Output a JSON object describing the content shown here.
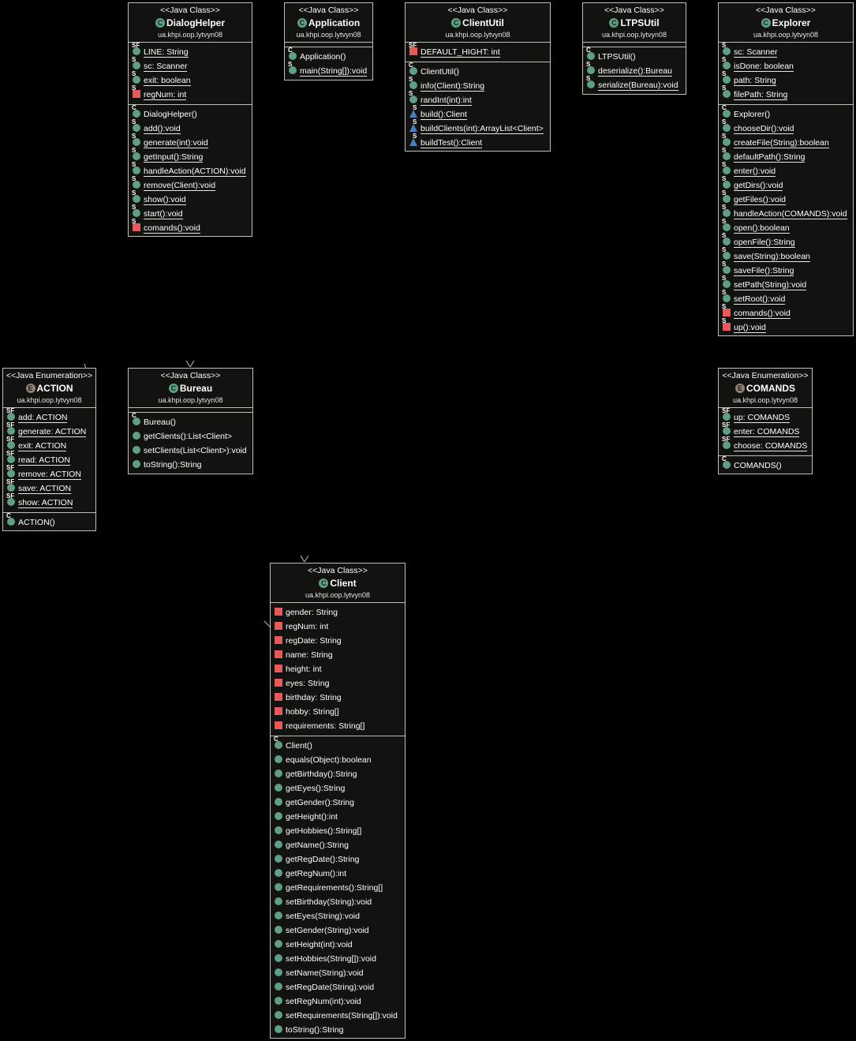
{
  "diagram": {
    "classes": {
      "dialoghelper": {
        "stereotype": "<<Java Class>>",
        "kind": "C",
        "name": "DialogHelper",
        "package": "ua.khpi.oop.lytvyn08",
        "fields": [
          {
            "text": "LINE: String",
            "vis": "pub",
            "mod": "SF",
            "static": true
          },
          {
            "text": "sc: Scanner",
            "vis": "pub",
            "mod": "S",
            "static": true
          },
          {
            "text": "exit: boolean",
            "vis": "pub",
            "mod": "S",
            "static": true
          },
          {
            "text": "regNum: int",
            "vis": "priv",
            "mod": "S",
            "static": true
          }
        ],
        "methods": [
          {
            "text": "DialogHelper()",
            "vis": "pub",
            "mod": "C",
            "static": false
          },
          {
            "text": "add():void",
            "vis": "pub",
            "mod": "S",
            "static": true
          },
          {
            "text": "generate(int):void",
            "vis": "pub",
            "mod": "S",
            "static": true
          },
          {
            "text": "getInput():String",
            "vis": "pub",
            "mod": "S",
            "static": true
          },
          {
            "text": "handleAction(ACTION):void",
            "vis": "pub",
            "mod": "S",
            "static": true
          },
          {
            "text": "remove(Client):void",
            "vis": "pub",
            "mod": "S",
            "static": true
          },
          {
            "text": "show():void",
            "vis": "pub",
            "mod": "S",
            "static": true
          },
          {
            "text": "start():void",
            "vis": "pub",
            "mod": "S",
            "static": true
          },
          {
            "text": "comands():void",
            "vis": "priv",
            "mod": "S",
            "static": true
          }
        ]
      },
      "application": {
        "stereotype": "<<Java Class>>",
        "kind": "C",
        "name": "Application",
        "package": "ua.khpi.oop.lytvyn08",
        "fields": [],
        "methods": [
          {
            "text": "Application()",
            "vis": "pub",
            "mod": "C",
            "static": false
          },
          {
            "text": "main(String[]):void",
            "vis": "pub",
            "mod": "S",
            "static": true
          }
        ]
      },
      "clientutil": {
        "stereotype": "<<Java Class>>",
        "kind": "C",
        "name": "ClientUtil",
        "package": "ua.khpi.oop.lytvyn08",
        "fields": [
          {
            "text": "DEFAULT_HIGHT: int",
            "vis": "priv",
            "mod": "SF",
            "static": true
          }
        ],
        "methods": [
          {
            "text": "ClientUtil()",
            "vis": "pub",
            "mod": "C",
            "static": false
          },
          {
            "text": "info(Client):String",
            "vis": "pub",
            "mod": "S",
            "static": true
          },
          {
            "text": "randInt(int):int",
            "vis": "pub",
            "mod": "S",
            "static": true
          },
          {
            "text": "build():Client",
            "vis": "prot",
            "mod": "S",
            "static": true
          },
          {
            "text": "buildClients(int):ArrayList<Client>",
            "vis": "prot",
            "mod": "S",
            "static": true
          },
          {
            "text": "buildTest():Client",
            "vis": "prot",
            "mod": "S",
            "static": true
          }
        ]
      },
      "ltpsutil": {
        "stereotype": "<<Java Class>>",
        "kind": "C",
        "name": "LTPSUtil",
        "package": "ua.khpi.oop.lytvyn08",
        "fields": [],
        "methods": [
          {
            "text": "LTPSUtil()",
            "vis": "pub",
            "mod": "C",
            "static": false
          },
          {
            "text": "deserialize():Bureau",
            "vis": "pub",
            "mod": "S",
            "static": true
          },
          {
            "text": "serialize(Bureau):void",
            "vis": "pub",
            "mod": "S",
            "static": true
          }
        ]
      },
      "explorer": {
        "stereotype": "<<Java Class>>",
        "kind": "C",
        "name": "Explorer",
        "package": "ua.khpi.oop.lytvyn08",
        "fields": [
          {
            "text": "sc: Scanner",
            "vis": "pub",
            "mod": "S",
            "static": true
          },
          {
            "text": "isDone: boolean",
            "vis": "pub",
            "mod": "S",
            "static": true
          },
          {
            "text": "path: String",
            "vis": "pub",
            "mod": "S",
            "static": true
          },
          {
            "text": "filePath: String",
            "vis": "pub",
            "mod": "S",
            "static": true
          }
        ],
        "methods": [
          {
            "text": "Explorer()",
            "vis": "pub",
            "mod": "C",
            "static": false
          },
          {
            "text": "chooseDir():void",
            "vis": "pub",
            "mod": "S",
            "static": true
          },
          {
            "text": "createFile(String):boolean",
            "vis": "pub",
            "mod": "S",
            "static": true
          },
          {
            "text": "defaultPath():String",
            "vis": "pub",
            "mod": "S",
            "static": true
          },
          {
            "text": "enter():void",
            "vis": "pub",
            "mod": "S",
            "static": true
          },
          {
            "text": "getDirs():void",
            "vis": "pub",
            "mod": "S",
            "static": true
          },
          {
            "text": "getFiles():void",
            "vis": "pub",
            "mod": "S",
            "static": true
          },
          {
            "text": "handleAction(COMANDS):void",
            "vis": "pub",
            "mod": "S",
            "static": true
          },
          {
            "text": "open():boolean",
            "vis": "pub",
            "mod": "S",
            "static": true
          },
          {
            "text": "openFile():String",
            "vis": "pub",
            "mod": "S",
            "static": true
          },
          {
            "text": "save(String):boolean",
            "vis": "pub",
            "mod": "S",
            "static": true
          },
          {
            "text": "saveFile():String",
            "vis": "pub",
            "mod": "S",
            "static": true
          },
          {
            "text": "setPath(String):void",
            "vis": "pub",
            "mod": "S",
            "static": true
          },
          {
            "text": "setRoot():void",
            "vis": "pub",
            "mod": "S",
            "static": true
          },
          {
            "text": "comands():void",
            "vis": "priv",
            "mod": "S",
            "static": true
          },
          {
            "text": "up():void",
            "vis": "priv",
            "mod": "S",
            "static": true
          }
        ]
      },
      "action": {
        "stereotype": "<<Java Enumeration>>",
        "kind": "E",
        "name": "ACTION",
        "package": "ua.khpi.oop.lytvyn08",
        "fields": [
          {
            "text": "add: ACTION",
            "vis": "pub",
            "mod": "SF",
            "static": true
          },
          {
            "text": "generate: ACTION",
            "vis": "pub",
            "mod": "SF",
            "static": true
          },
          {
            "text": "exit: ACTION",
            "vis": "pub",
            "mod": "SF",
            "static": true
          },
          {
            "text": "read: ACTION",
            "vis": "pub",
            "mod": "SF",
            "static": true
          },
          {
            "text": "remove: ACTION",
            "vis": "pub",
            "mod": "SF",
            "static": true
          },
          {
            "text": "save: ACTION",
            "vis": "pub",
            "mod": "SF",
            "static": true
          },
          {
            "text": "show: ACTION",
            "vis": "pub",
            "mod": "SF",
            "static": true
          }
        ],
        "methods": [
          {
            "text": "ACTION()",
            "vis": "pub",
            "mod": "C",
            "static": false
          }
        ]
      },
      "bureau": {
        "stereotype": "<<Java Class>>",
        "kind": "C",
        "name": "Bureau",
        "package": "ua.khpi.oop.lytvyn08",
        "fields": [],
        "methods": [
          {
            "text": "Bureau()",
            "vis": "pub",
            "mod": "C",
            "static": false
          },
          {
            "text": "getClients():List<Client>",
            "vis": "pub",
            "mod": "",
            "static": false
          },
          {
            "text": "setClients(List<Client>):void",
            "vis": "pub",
            "mod": "",
            "static": false
          },
          {
            "text": "toString():String",
            "vis": "pub",
            "mod": "",
            "static": false
          }
        ]
      },
      "comands": {
        "stereotype": "<<Java Enumeration>>",
        "kind": "E",
        "name": "COMANDS",
        "package": "ua.khpi.oop.lytvyn08",
        "fields": [
          {
            "text": "up: COMANDS",
            "vis": "pub",
            "mod": "SF",
            "static": true
          },
          {
            "text": "enter: COMANDS",
            "vis": "pub",
            "mod": "SF",
            "static": true
          },
          {
            "text": "choose: COMANDS",
            "vis": "pub",
            "mod": "SF",
            "static": true
          }
        ],
        "methods": [
          {
            "text": "COMANDS()",
            "vis": "pub",
            "mod": "C",
            "static": false
          }
        ]
      },
      "client": {
        "stereotype": "<<Java Class>>",
        "kind": "C",
        "name": "Client",
        "package": "ua.khpi.oop.lytvyn08",
        "fields": [
          {
            "text": "gender: String",
            "vis": "priv",
            "mod": "",
            "static": false
          },
          {
            "text": "regNum: int",
            "vis": "priv",
            "mod": "",
            "static": false
          },
          {
            "text": "regDate: String",
            "vis": "priv",
            "mod": "",
            "static": false
          },
          {
            "text": "name: String",
            "vis": "priv",
            "mod": "",
            "static": false
          },
          {
            "text": "height: int",
            "vis": "priv",
            "mod": "",
            "static": false
          },
          {
            "text": "eyes: String",
            "vis": "priv",
            "mod": "",
            "static": false
          },
          {
            "text": "birthday: String",
            "vis": "priv",
            "mod": "",
            "static": false
          },
          {
            "text": "hobby: String[]",
            "vis": "priv",
            "mod": "",
            "static": false
          },
          {
            "text": "requirements: String[]",
            "vis": "priv",
            "mod": "",
            "static": false
          }
        ],
        "methods": [
          {
            "text": "Client()",
            "vis": "pub",
            "mod": "C",
            "static": false
          },
          {
            "text": "equals(Object):boolean",
            "vis": "pub",
            "mod": "",
            "static": false
          },
          {
            "text": "getBirthday():String",
            "vis": "pub",
            "mod": "",
            "static": false
          },
          {
            "text": "getEyes():String",
            "vis": "pub",
            "mod": "",
            "static": false
          },
          {
            "text": "getGender():String",
            "vis": "pub",
            "mod": "",
            "static": false
          },
          {
            "text": "getHeight():int",
            "vis": "pub",
            "mod": "",
            "static": false
          },
          {
            "text": "getHobbies():String[]",
            "vis": "pub",
            "mod": "",
            "static": false
          },
          {
            "text": "getName():String",
            "vis": "pub",
            "mod": "",
            "static": false
          },
          {
            "text": "getRegDate():String",
            "vis": "pub",
            "mod": "",
            "static": false
          },
          {
            "text": "getRegNum():int",
            "vis": "pub",
            "mod": "",
            "static": false
          },
          {
            "text": "getRequirements():String[]",
            "vis": "pub",
            "mod": "",
            "static": false
          },
          {
            "text": "setBirthday(String):void",
            "vis": "pub",
            "mod": "",
            "static": false
          },
          {
            "text": "setEyes(String):void",
            "vis": "pub",
            "mod": "",
            "static": false
          },
          {
            "text": "setGender(String):void",
            "vis": "pub",
            "mod": "",
            "static": false
          },
          {
            "text": "setHeight(int):void",
            "vis": "pub",
            "mod": "",
            "static": false
          },
          {
            "text": "setHobbies(String[]):void",
            "vis": "pub",
            "mod": "",
            "static": false
          },
          {
            "text": "setName(String):void",
            "vis": "pub",
            "mod": "",
            "static": false
          },
          {
            "text": "setRegDate(String):void",
            "vis": "pub",
            "mod": "",
            "static": false
          },
          {
            "text": "setRegNum(int):void",
            "vis": "pub",
            "mod": "",
            "static": false
          },
          {
            "text": "setRequirements(String[]):void",
            "vis": "pub",
            "mod": "",
            "static": false
          },
          {
            "text": "toString():String",
            "vis": "pub",
            "mod": "",
            "static": false
          }
        ]
      }
    }
  },
  "colors": {
    "background": "#000000",
    "box_fill": "#121210",
    "border": "#bfbfb8",
    "public_icon": "#5f9f83",
    "private_icon": "#e65a5a",
    "protected_icon": "#4a7fbf",
    "enum_badge": "#8e8176"
  }
}
